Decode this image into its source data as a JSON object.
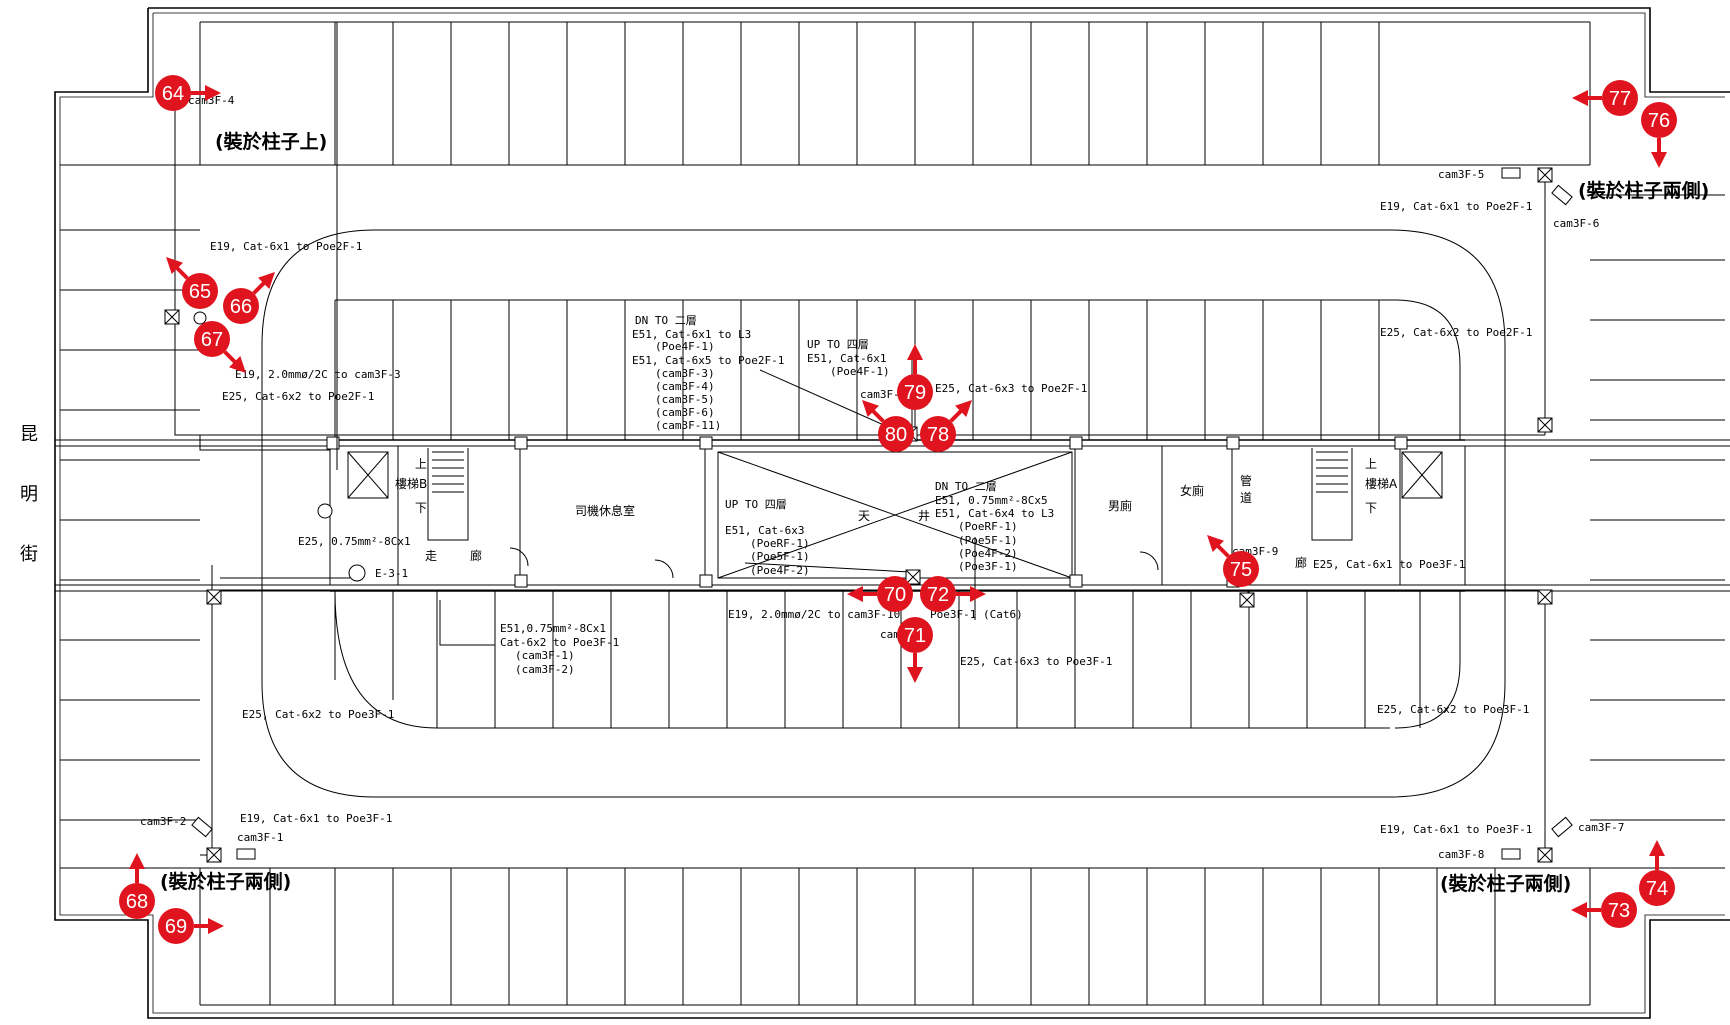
{
  "street_name": [
    "昆",
    "明",
    "街"
  ],
  "rooms": {
    "driver_lounge": "司機休息室",
    "corridor_1": "走",
    "corridor_2": "廊",
    "corridor_3": "廊",
    "mens_room": "男廁",
    "womens_room": "女廁",
    "duct_1": "管",
    "duct_2": "道",
    "atrium_1": "天",
    "atrium_2": "井",
    "stair_b": "樓梯B",
    "stair_a": "樓梯A",
    "stair_up_b": "上",
    "stair_down_b": "下",
    "stair_up_a": "上",
    "stair_down_a": "下"
  },
  "notes": {
    "on_column": "(裝於柱子上)",
    "both_sides_tr": "(裝於柱子兩側)",
    "both_sides_bl": "(裝於柱子兩側)",
    "both_sides_br": "(裝於柱子兩側)"
  },
  "cables": [
    "cam3F-4",
    "E19, Cat-6x1 to Poe2F-1",
    "E19, 2.0mmø/2C to cam3F-3",
    "E25, Cat-6x2 to Poe2F-1",
    "DN TO 二層",
    "E51, Cat-6x1 to L3",
    "(Poe4F-1)",
    "E51, Cat-6x5 to Poe2F-1",
    "(cam3F-3)",
    "(cam3F-4)",
    "(cam3F-5)",
    "(cam3F-6)",
    "(cam3F-11)",
    "UP TO 四層",
    "E51, Cat-6x1",
    "(Poe4F-1)",
    "cam3F-",
    "E25, Cat-6x3 to Poe2F-1",
    "cam3F-5",
    "E19, Cat-6x1 to Poe2F-1",
    "cam3F-6",
    "E25, Cat-6x2 to Poe2F-1",
    "E25, 0.75mm²-8Cx1",
    "E-3-1",
    "UP TO 四層",
    "E51, Cat-6x3",
    "(PoeRF-1)",
    "(Poe5F-1)",
    "(Poe4F-2)",
    "DN TO 二層",
    "E51, 0.75mm²-8Cx5",
    "E51, Cat-6x4 to L3",
    "(PoeRF-1)",
    "(Poe5F-1)",
    "(Poe4F-2)",
    "(Poe3F-1)",
    "cam3F-9",
    "E25, Cat-6x1 to Poe3F-1",
    "E19, 2.0mmø/2C to cam3F-10",
    "Poe3F-1 (Cat6)",
    "cam",
    "E51,0.75mm²-8Cx1",
    "Cat-6x2 to Poe3F-1",
    "(cam3F-1)",
    "(cam3F-2)",
    "E25, Cat-6x3 to Poe3F-1",
    "E25, Cat-6x2 to Poe3F-1",
    "E25, Cat-6x2 to Poe3F-1",
    "cam3F-2",
    "E19, Cat-6x1 to Poe3F-1",
    "cam3F-1",
    "E19, Cat-6x1 to Poe3F-1",
    "cam3F-7",
    "cam3F-8"
  ],
  "markers": [
    "64",
    "65",
    "66",
    "67",
    "68",
    "69",
    "70",
    "71",
    "72",
    "73",
    "74",
    "75",
    "76",
    "77",
    "78",
    "79",
    "80"
  ],
  "marker_color": "#e0141e",
  "line_color": "#000000"
}
